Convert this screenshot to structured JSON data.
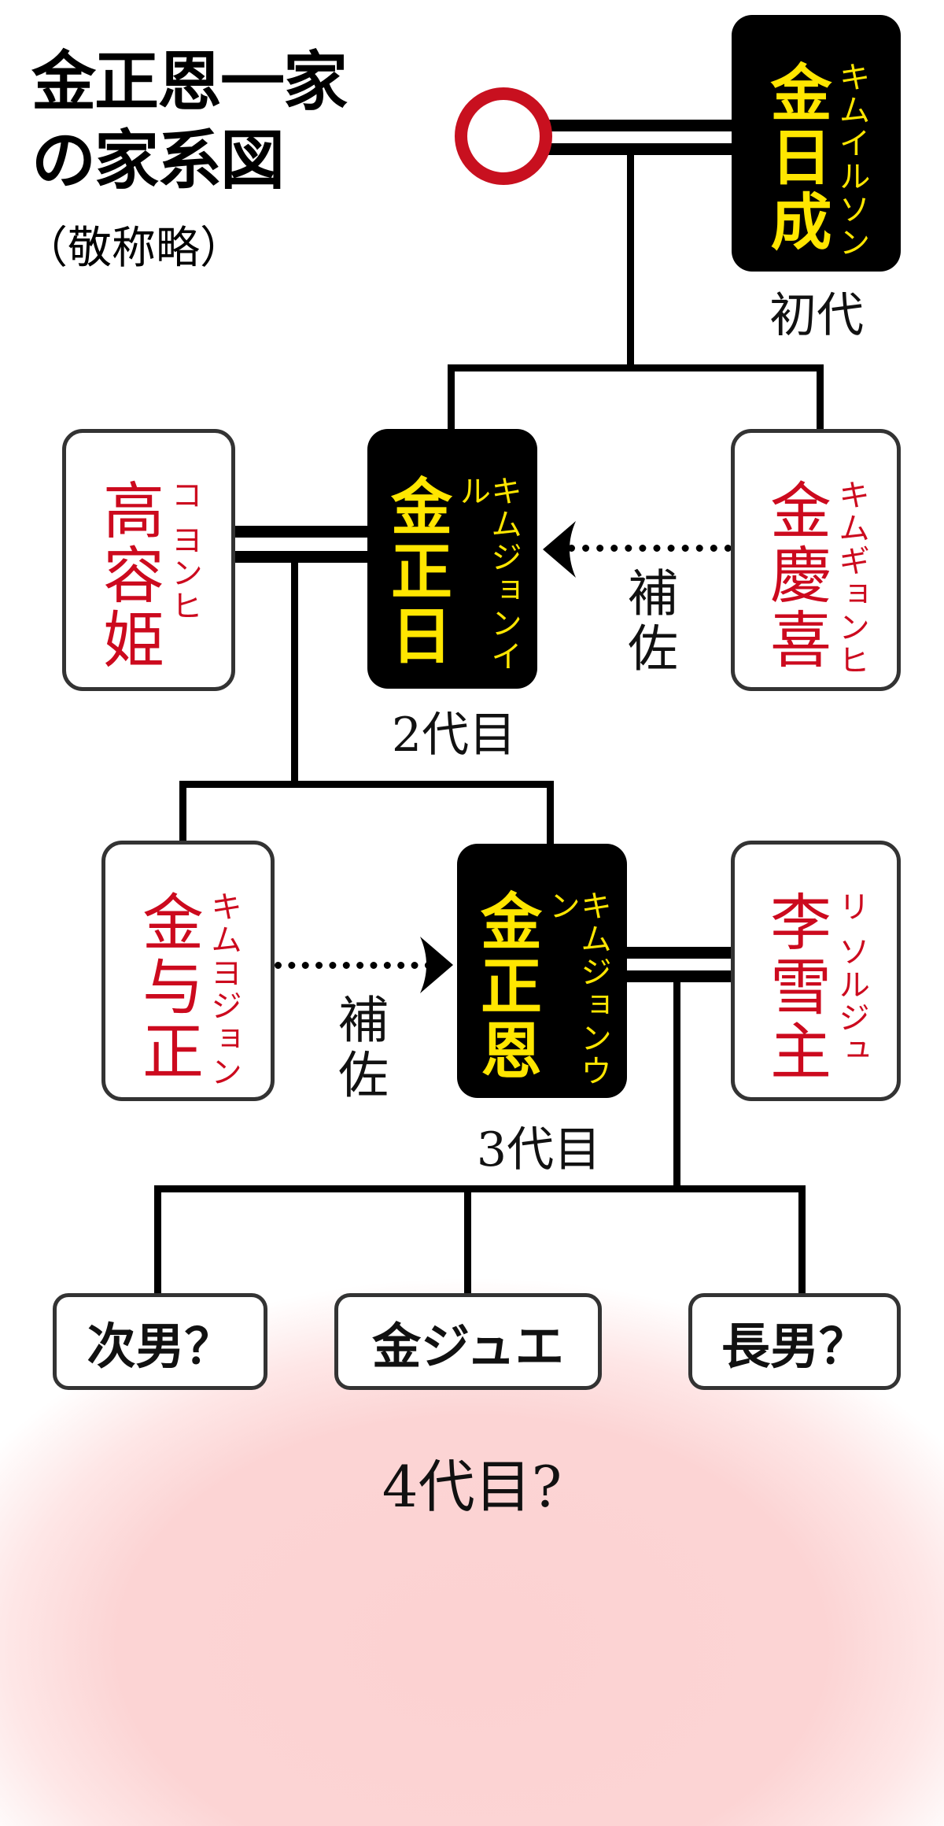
{
  "title": {
    "line1": "金正恩一家",
    "line2": "の家系図",
    "note": "（敬称略）"
  },
  "colors": {
    "leader_box": "#000000",
    "leader_text": "#ffe600",
    "relative_text": "#cc0a1e",
    "spouse_marker": "#c8101f",
    "future_glow": "#fcd4d4"
  },
  "people": {
    "kim_il_sung": {
      "name": "金日成",
      "reading": "キムイルソン",
      "generation": "初代"
    },
    "kim_jong_il": {
      "name": "金正日",
      "reading": "キムジョンイル",
      "generation": "2代目"
    },
    "ko_yong_hui": {
      "name": "高容姫",
      "reading": "コ ヨンヒ"
    },
    "kim_kyong_hui": {
      "name": "金慶喜",
      "reading": "キムギョンヒ"
    },
    "kim_jong_un": {
      "name": "金正恩",
      "reading": "キムジョンウン",
      "generation": "3代目"
    },
    "kim_yo_jong": {
      "name": "金与正",
      "reading": "キムヨジョン"
    },
    "ri_sol_ju": {
      "name": "李雪主",
      "reading": "リ ソルジュ"
    }
  },
  "relations": {
    "assist_label_upper": "補佐",
    "assist_label_lower": "補佐"
  },
  "children": [
    {
      "label": "次男？"
    },
    {
      "label": "金ジュエ"
    },
    {
      "label": "長男？"
    }
  ],
  "future_label": "4代目?"
}
